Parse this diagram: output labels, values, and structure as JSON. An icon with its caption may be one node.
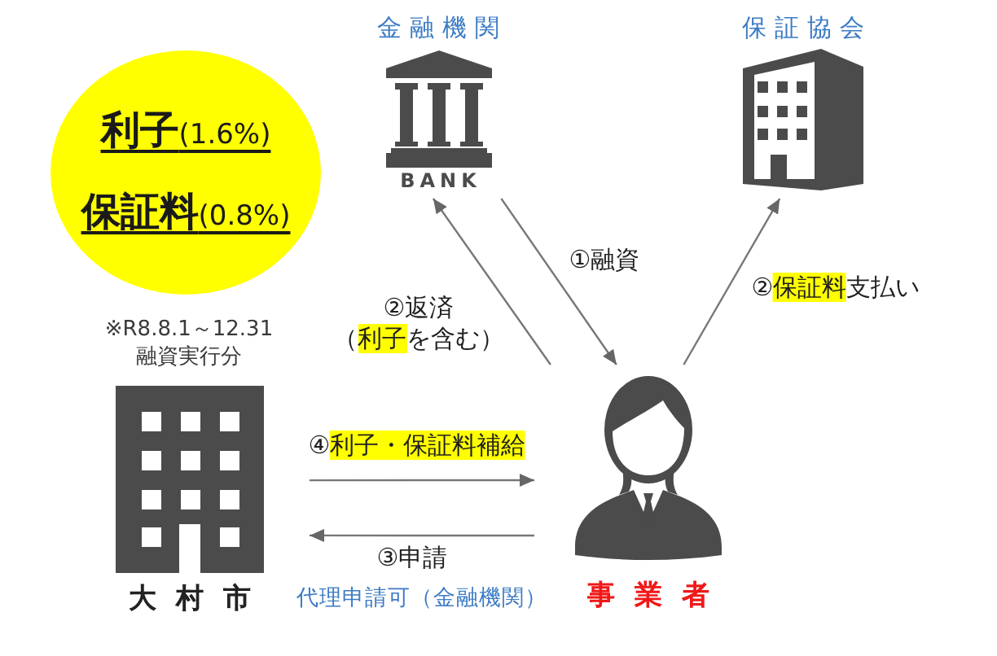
{
  "diagram": {
    "nodes": [
      {
        "text": [
          "**利子**(1.6%)",
          "**保証料**(0.8%)"
        ]
      },
      {
        "text": [
          "金融機関",
          "BANK"
        ]
      },
      {
        "text": [
          "保証協会"
        ]
      },
      {
        "text": [
          "大村市"
        ],
        "beside": [
          "※R8.8.1～12.31 融資実行分"
        ]
      },
      {
        "text": [
          "事業者"
        ]
      }
    ],
    "edges": [
      {
        "from": 1,
        "to": 4,
        "arrow": "to",
        "label": "①融資"
      },
      {
        "from": 4,
        "to": 1,
        "arrow": "to",
        "label": "②返済（**利子**を含む）"
      },
      {
        "from": 4,
        "to": 2,
        "arrow": "to",
        "label": "②**保証料**支払い"
      },
      {
        "from": 3,
        "to": 4,
        "arrow": "to",
        "label": "④**利子・保証料補給**"
      },
      {
        "from": 4,
        "to": 3,
        "arrow": "to",
        "label": "③申請"
      }
    ],
    "labels": [
      "代理申請可（金融機関）"
    ]
  }
}
